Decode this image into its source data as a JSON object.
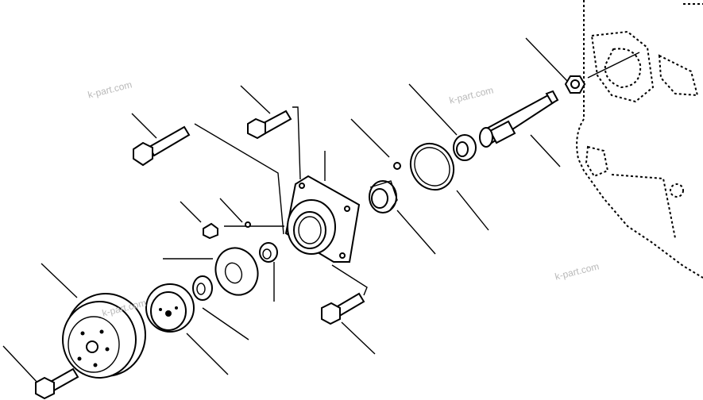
{
  "watermarks": [
    "k-part.com",
    "k-part.com",
    "k-part.com",
    "k-part.com"
  ],
  "colors": {
    "line": "#000000",
    "watermark": "#b9b9b9",
    "background": "#ffffff"
  }
}
